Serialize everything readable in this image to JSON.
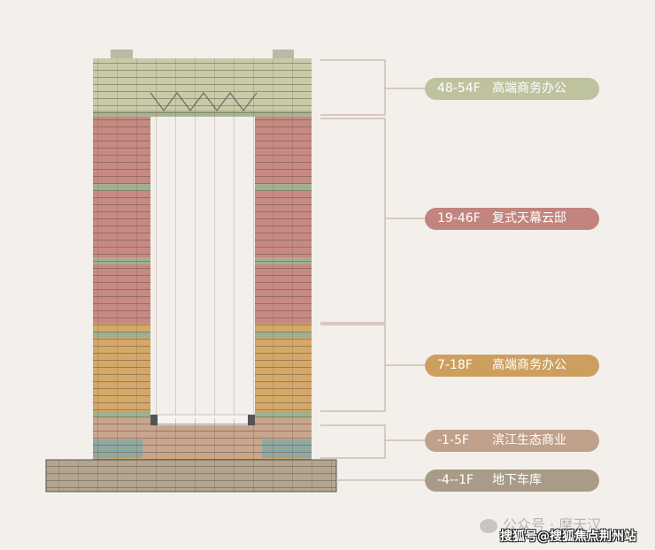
{
  "zones": [
    {
      "floors": "48-54F",
      "name": "高端商务办公",
      "color": "#bfc29e"
    },
    {
      "floors": "19-46F",
      "name": "复式天幕云邸",
      "color": "#c2847e"
    },
    {
      "floors": "7-18F",
      "name": "高端商务办公",
      "color": "#cc9f5f"
    },
    {
      "floors": "-1-5F",
      "name": "滨江生态商业",
      "color": "#bfa08a"
    },
    {
      "floors": "-4--1F",
      "name": "地下车库",
      "color": "#a89c88"
    }
  ],
  "watermark": {
    "account": "公众号 · 摩天汉",
    "source": "搜狐号@搜狐焦点荆州站"
  }
}
